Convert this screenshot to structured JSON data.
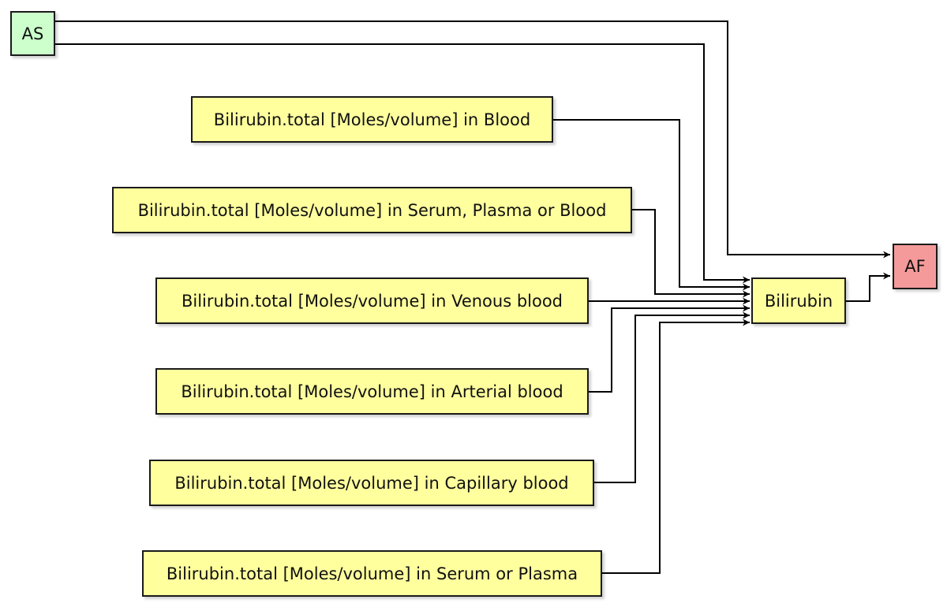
{
  "nodes": {
    "start": {
      "label": "AS"
    },
    "finish": {
      "label": "AF"
    },
    "group": {
      "label": "Bilirubin"
    },
    "items": [
      {
        "label": "Bilirubin.total [Moles/volume] in Blood"
      },
      {
        "label": "Bilirubin.total [Moles/volume] in Serum, Plasma or Blood"
      },
      {
        "label": "Bilirubin.total [Moles/volume] in Venous blood"
      },
      {
        "label": "Bilirubin.total [Moles/volume] in Arterial blood"
      },
      {
        "label": "Bilirubin.total [Moles/volume] in Capillary blood"
      },
      {
        "label": "Bilirubin.total [Moles/volume] in Serum or Plasma"
      }
    ]
  },
  "colors": {
    "start_fill": "#ccffcc",
    "finish_fill": "#f59a9a",
    "concept_fill": "#ffff9e",
    "edge": "#000000"
  }
}
